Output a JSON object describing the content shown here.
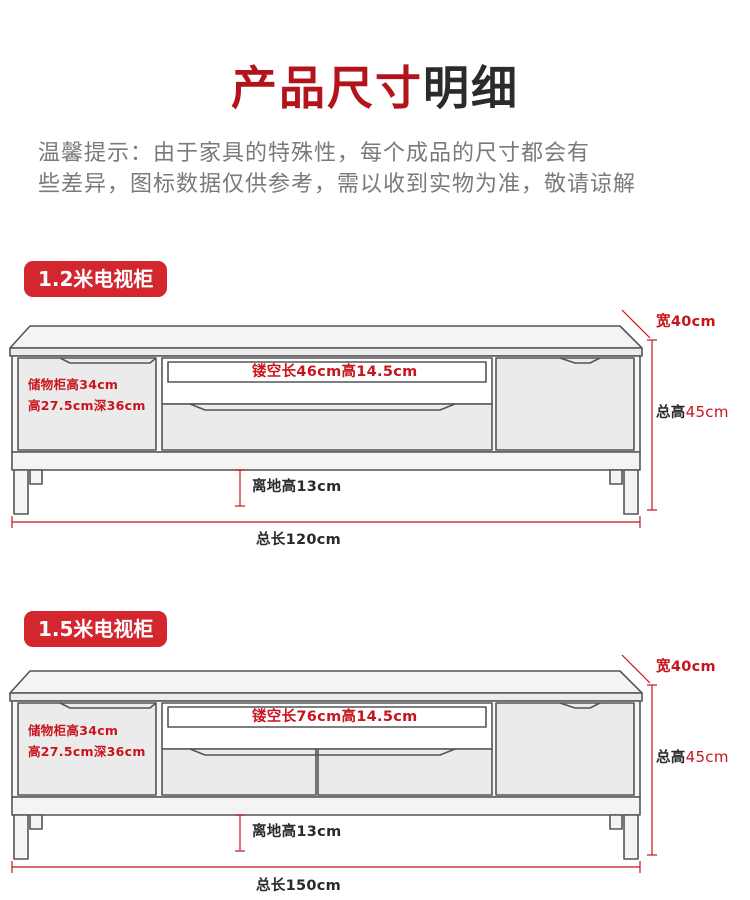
{
  "header": {
    "title_red": "产品尺寸",
    "title_dark": "明细"
  },
  "notice": {
    "line1": "温馨提示：由于家具的特殊性，每个成品的尺寸都会有",
    "line2": "些差异，图标数据仅供参考，需以收到实物为准，敬请谅解"
  },
  "products": [
    {
      "badge": "1.2米电视柜",
      "width_label": "宽",
      "width_value": "40cm",
      "height_label": "总高",
      "height_value": "45cm",
      "hollow": "镂空长46cm高14.5cm",
      "storage_line1": "储物柜高34cm",
      "storage_line2": "高27.5cm深36cm",
      "clearance": "离地高13cm",
      "length_label": "总长",
      "length_value": "120cm"
    },
    {
      "badge": "1.5米电视柜",
      "width_label": "宽",
      "width_value": "40cm",
      "height_label": "总高",
      "height_value": "45cm",
      "hollow": "镂空长76cm高14.5cm",
      "storage_line1": "储物柜高34cm",
      "storage_line2": "高27.5cm深36cm",
      "clearance": "离地高13cm",
      "length_label": "总长",
      "length_value": "150cm"
    }
  ],
  "colors": {
    "accent_red": "#c8141c",
    "badge_red": "#d4262e",
    "line_gray": "#555555",
    "panel_gray": "#ebebeb"
  }
}
